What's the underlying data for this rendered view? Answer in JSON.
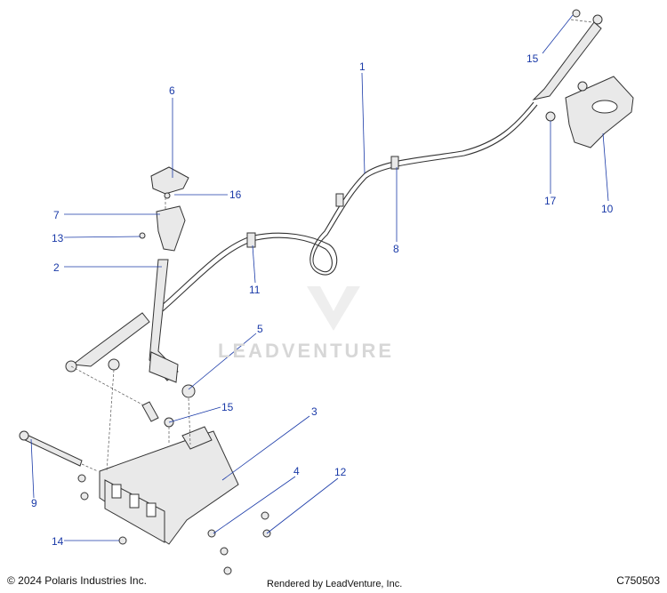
{
  "diagram": {
    "callouts": [
      "1",
      "2",
      "3",
      "4",
      "5",
      "6",
      "7",
      "8",
      "9",
      "10",
      "11",
      "12",
      "13",
      "14",
      "15",
      "15",
      "16",
      "17"
    ],
    "watermark": "LEADVENTURE",
    "colors": {
      "callout": "#1a3aa8",
      "line": "#333333"
    }
  },
  "footer": {
    "copyright": "© 2024 Polaris Industries Inc.",
    "rendered_by": "Rendered by LeadVenture, Inc.",
    "diagram_id": "C750503"
  }
}
